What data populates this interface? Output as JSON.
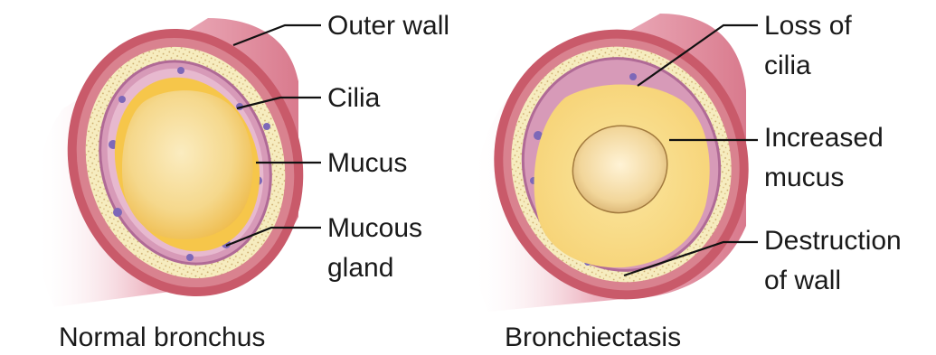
{
  "diagram": {
    "left": {
      "caption": "Normal bronchus",
      "labels": {
        "outer_wall": "Outer wall",
        "cilia": "Cilia",
        "mucus": "Mucus",
        "mucous_gland_1": "Mucous",
        "mucous_gland_2": "gland"
      }
    },
    "right": {
      "caption": "Bronchiectasis",
      "labels": {
        "loss_of_cilia_1": "Loss of",
        "loss_of_cilia_2": "cilia",
        "increased_mucus_1": "Increased",
        "increased_mucus_2": "mucus",
        "destruction_1": "Destruction",
        "destruction_2": "of wall"
      }
    },
    "colors": {
      "outer_wall": "#c95a6a",
      "tube_pink": "#e8a3b0",
      "submucosa": "#f6e9b8",
      "epithelium": "#d79ab8",
      "mucus": "#f6c64a",
      "lumen": "#f3d27a"
    }
  }
}
